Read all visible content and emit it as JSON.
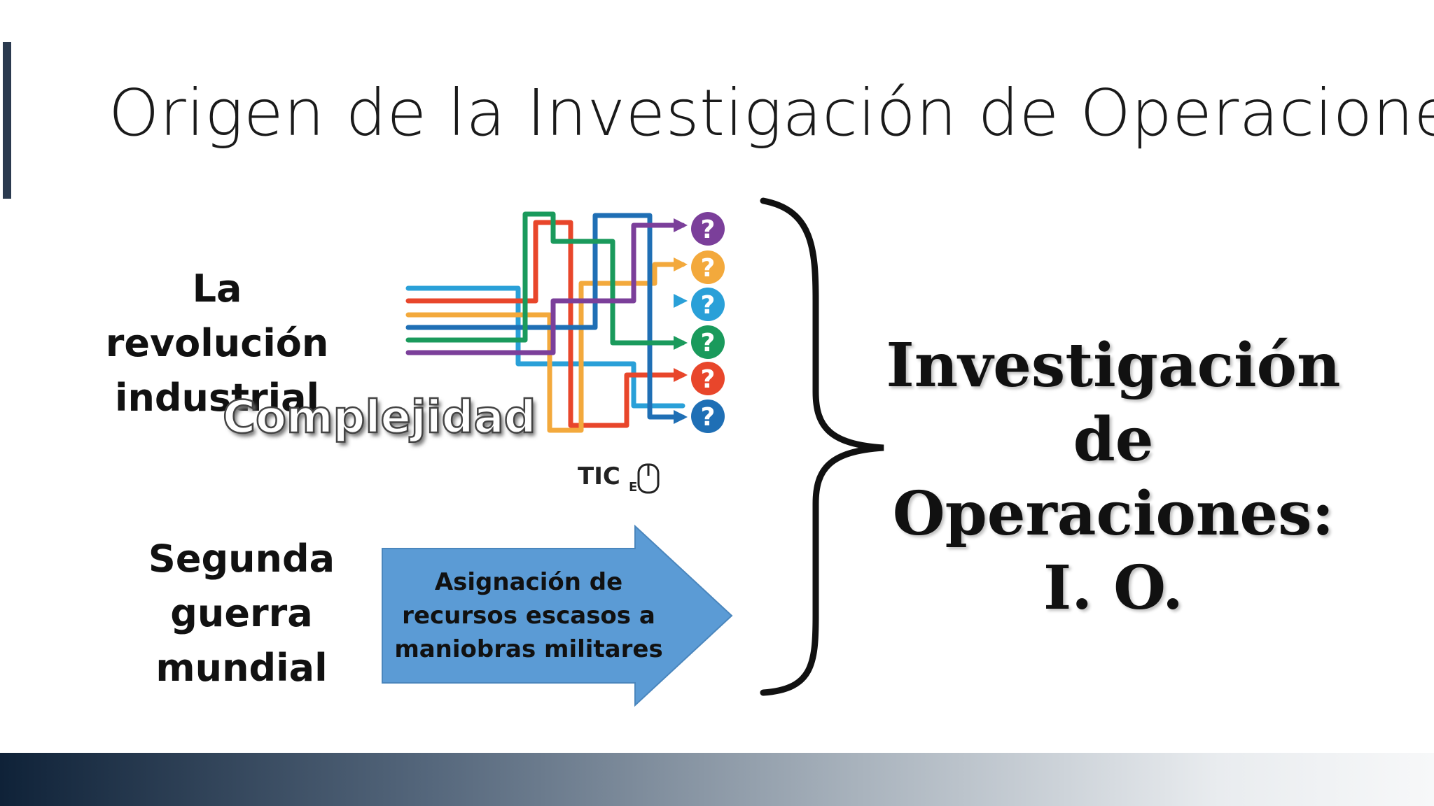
{
  "slide": {
    "title": "Origen de la Investigación de Operaciones",
    "left_labels": {
      "first": [
        "La revolución",
        "industrial"
      ],
      "second": [
        "Segunda",
        "guerra",
        "mundial"
      ]
    },
    "complexity_word": "Complejidad",
    "logo_text": "TIC",
    "logo_subtext": "E",
    "arrow_lines": [
      "Asignación de",
      "recursos escasos a",
      "maniobras militares"
    ],
    "result_lines": [
      "Investigación de",
      "Operaciones:",
      "I. O."
    ],
    "question_mark": "?"
  },
  "colors": {
    "line_colors": [
      "#2aa0d8",
      "#e8462b",
      "#f3a93c",
      "#1f6fb5",
      "#1a9a5c",
      "#7b3f9a"
    ],
    "question_colors": [
      "#7b3f9a",
      "#f3a93c",
      "#2aa0d8",
      "#1a9a5c",
      "#e8462b",
      "#1f6fb5"
    ],
    "arrow_fill": "#5b9bd5",
    "footer_start": "#0f2238",
    "footer_end": "#f7f8f9"
  }
}
